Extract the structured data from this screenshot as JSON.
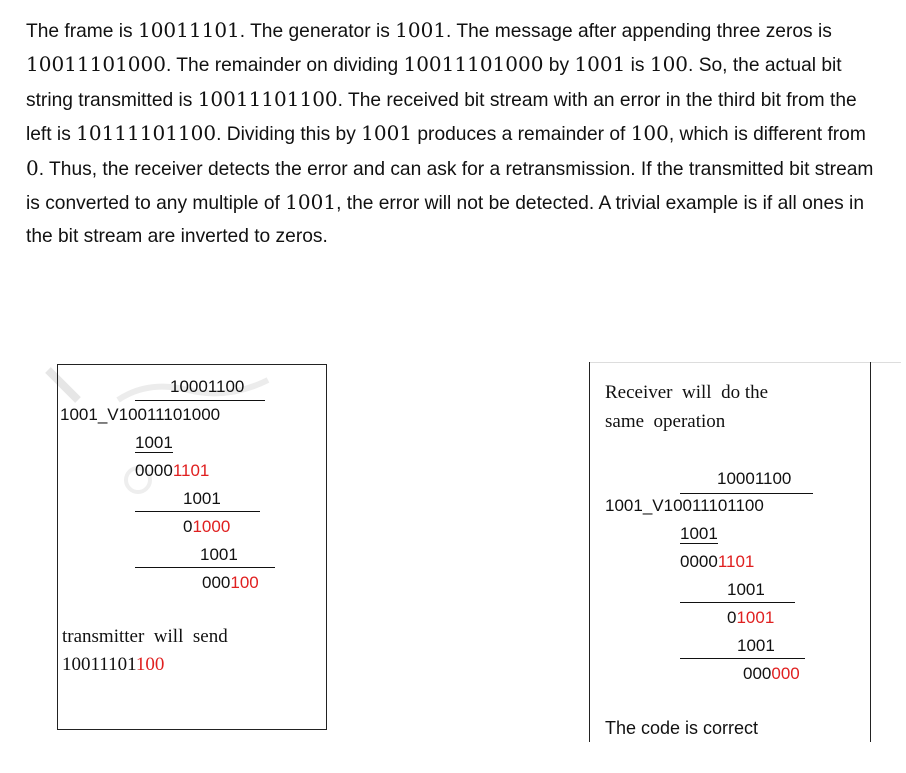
{
  "paragraph": {
    "s1a": "The frame is ",
    "s1b": "10011101",
    "s1c": ". The generator is ",
    "s1d": "1001",
    "s1e": ". The message after appending three zeros is ",
    "s1f": "10011101000",
    "s1g": ". The remainder on dividing ",
    "s1h": "10011101000",
    "s1i": " by ",
    "s1j": "1001",
    "s1k": " is ",
    "s1l": "100",
    "s1m": ". So, the actual bit string transmitted is ",
    "s1n": "10011101100",
    "s1o": ". The received bit stream with an error in the third bit from the left is ",
    "s1p": "10111101100",
    "s1q": ". Dividing this by ",
    "s1r": "1001",
    "s1s": " produces a remainder of ",
    "s1t": "100",
    "s1u": ", which is different from ",
    "s1v": "0",
    "s1w": ". Thus, the receiver detects the error and can ask for a retransmission. If the transmitted bit stream is converted to any multiple of ",
    "s1x": "1001",
    "s1y": ", the error will not be detected. A trivial example is if all ones in the bit stream are inverted to zeros."
  },
  "left_box": {
    "quotient": "10001100",
    "divisor_prefix": "1001_",
    "radical": "V",
    "dividend": "10011101000",
    "step1": "1001",
    "step2_black": "0000",
    "step2_red": "1101",
    "step3": "1001",
    "step4_black": "0",
    "step4_red": "1000",
    "step5": "1001",
    "step6_black": "000",
    "step6_red": "100",
    "note_line1": "transmitter  will  send",
    "note_black": "10011101",
    "note_red": "100"
  },
  "right_box": {
    "intro_line1": "Receiver  will  do the",
    "intro_line2": "same  operation",
    "quotient": "10001100",
    "divisor_prefix": "1001_",
    "radical": "V",
    "dividend": "10011101100",
    "step1": "1001",
    "step2_black": "0000",
    "step2_red": "1101",
    "step3": "1001",
    "step4_black": "0",
    "step4_red": "1001",
    "step5": "1001",
    "step6_black": "000",
    "step6_red": "000",
    "conclusion": "The code is correct"
  },
  "colors": {
    "highlight": "#e02020",
    "text": "#111111"
  }
}
